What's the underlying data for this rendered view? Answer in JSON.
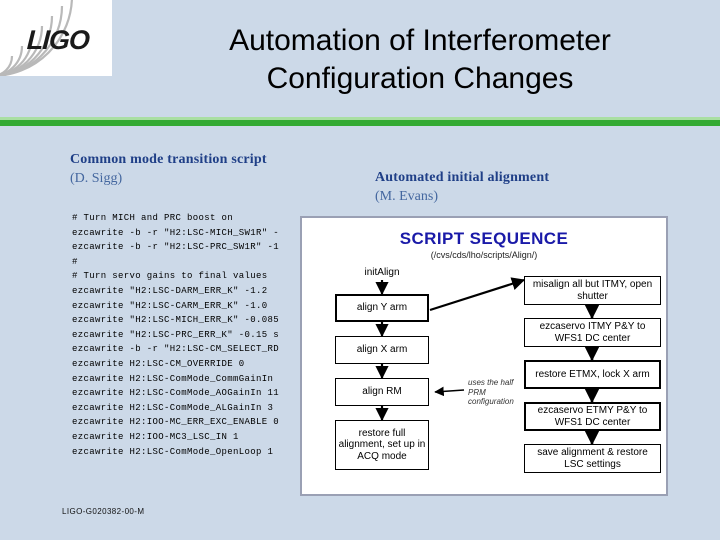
{
  "slide": {
    "background_color": "#ccd9e8",
    "accent_rule_color": "#33aa33",
    "title_line1": "Automation of Interferometer",
    "title_line2": "Configuration Changes",
    "footer": "LIGO-G020382-00-M"
  },
  "logo": {
    "text": "LIGO"
  },
  "left_section": {
    "heading": "Common mode transition script",
    "author": "(D. Sigg)",
    "code_lines": [
      "# Turn MICH and PRC boost on",
      "ezcawrite -b -r \"H2:LSC-MICH_SW1R\" -",
      "ezcawrite -b -r \"H2:LSC-PRC_SW1R\" -1",
      "#",
      "# Turn servo gains to final values",
      "ezcawrite \"H2:LSC-DARM_ERR_K\" -1.2",
      "ezcawrite \"H2:LSC-CARM_ERR_K\" -1.0",
      "ezcawrite \"H2:LSC-MICH_ERR_K\" -0.085",
      "ezcawrite \"H2:LSC-PRC_ERR_K\" -0.15 s",
      "ezcawrite -b -r \"H2:LSC-CM_SELECT_RD",
      "ezcawrite H2:LSC-CM_OVERRIDE 0",
      "ezcawrite H2:LSC-ComMode_CommGainIn",
      "ezcawrite H2:LSC-ComMode_AOGainIn 11",
      "ezcawrite H2:LSC-ComMode_ALGainIn 3",
      "ezcawrite H2:IOO-MC_ERR_EXC_ENABLE 0",
      "ezcawrite H2:IOO-MC3_LSC_IN 1",
      "ezcawrite H2:LSC-ComMode_OpenLoop 1",
      "#"
    ]
  },
  "right_section": {
    "heading": "Automated initial alignment",
    "author": "(M. Evans)",
    "diagram": {
      "title": "SCRIPT SEQUENCE",
      "subtitle": "(/cvs/cds/lho/scripts/Align/)",
      "entry_label": "initAlign",
      "left_column": [
        {
          "label": "align Y arm"
        },
        {
          "label": "align X arm"
        },
        {
          "label": "align RM"
        },
        {
          "label": "restore full alignment, set up in ACQ mode"
        }
      ],
      "right_column": [
        {
          "label": "misalign all but ITMY, open shutter"
        },
        {
          "label": "ezcaservo ITMY P&Y to WFS1 DC center"
        },
        {
          "label": "restore ETMX, lock X arm"
        },
        {
          "label": "ezcaservo ETMY P&Y to WFS1 DC center"
        },
        {
          "label": "save alignment & restore LSC settings"
        }
      ],
      "annotation": "uses the half PRM configuration"
    }
  }
}
